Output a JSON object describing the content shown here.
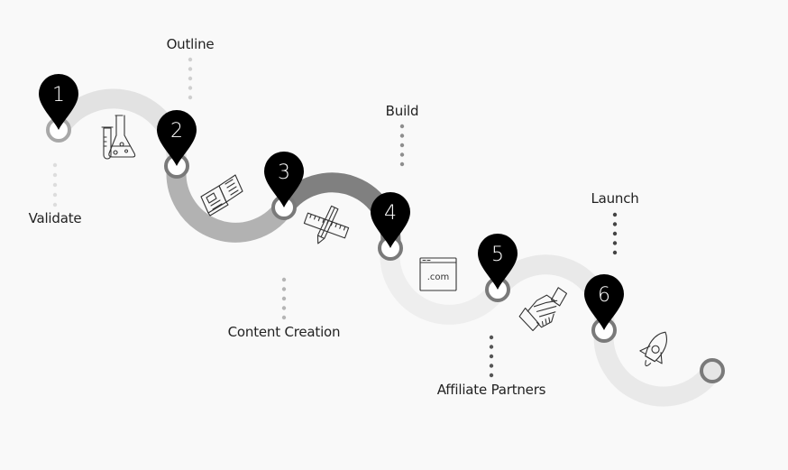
{
  "diagram": {
    "type": "roadmap",
    "steps": [
      {
        "number": "1",
        "label": "Validate",
        "icon": "flask-icon",
        "segment_color": "#e2e2e2",
        "dots_color": "#dddddd"
      },
      {
        "number": "2",
        "label": "Outline",
        "icon": "open-book-icon",
        "segment_color": "#b2b2b2",
        "dots_color": "#cfcfcf"
      },
      {
        "number": "3",
        "label": "Content Creation",
        "icon": "ruler-pencil-icon",
        "segment_color": "#808080",
        "dots_color": "#b5b5b5"
      },
      {
        "number": "4",
        "label": "Build",
        "icon": "domain-browser-icon",
        "segment_color": "#eeeeee",
        "dots_color": "#8e8e8e"
      },
      {
        "number": "5",
        "label": "Affiliate Partners",
        "icon": "handshake-icon",
        "segment_color": "#e9e9e9",
        "dots_color": "#555555"
      },
      {
        "number": "6",
        "label": "Launch",
        "icon": "rocket-icon",
        "segment_color": "#e9e9e9",
        "dots_color": "#444444"
      }
    ],
    "icon_texts": {
      "domain": ".com"
    },
    "colors": {
      "background": "#f9f9f9",
      "pin": "#000000",
      "ring": "#7a7a7a",
      "ring_first": "#a8a8a8",
      "end_ring_fill": "#e6e6e6"
    }
  }
}
